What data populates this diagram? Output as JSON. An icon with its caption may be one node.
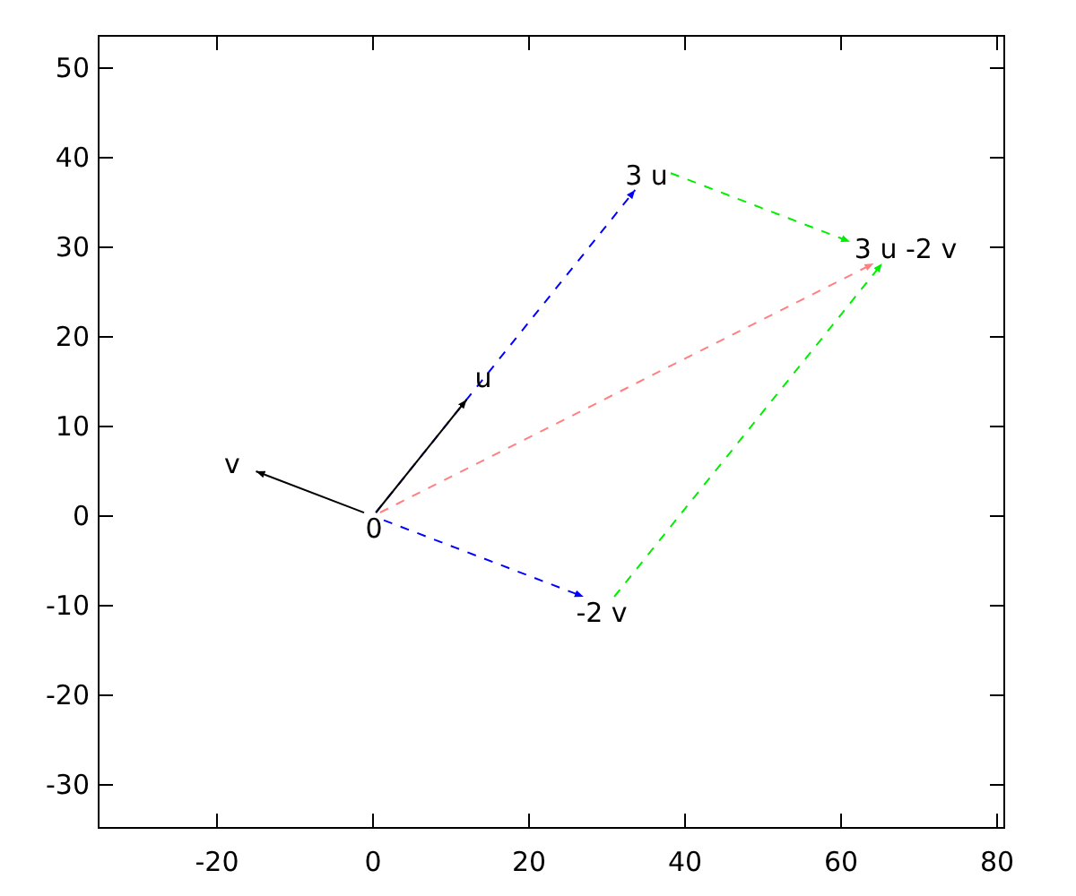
{
  "diagram": {
    "nodes": [
      {
        "text": [
          "0"
        ]
      },
      {
        "text": [
          "u"
        ]
      },
      {
        "text": [
          "v"
        ]
      },
      {
        "text": [
          "3 u"
        ]
      },
      {
        "text": [
          "3 u -2 v"
        ]
      },
      {
        "text": [
          "-2 v"
        ]
      }
    ],
    "edges": [
      {
        "from": 0,
        "to": 3,
        "arrow": "to",
        "style": "dashed",
        "color": "#0000ff"
      },
      {
        "from": 0,
        "to": 5,
        "arrow": "to",
        "style": "dashed",
        "color": "#0000ff"
      },
      {
        "from": 3,
        "to": 4,
        "arrow": "to",
        "style": "dashed",
        "color": "#00ee00"
      },
      {
        "from": 5,
        "to": 4,
        "arrow": "to",
        "style": "dashed",
        "color": "#00ee00"
      },
      {
        "from": 0,
        "to": 4,
        "arrow": "to",
        "style": "dashed",
        "color": "#ff8080"
      },
      {
        "from": 0,
        "to": 1,
        "arrow": "to",
        "color": "#000000"
      },
      {
        "from": 0,
        "to": 2,
        "arrow": "to",
        "color": "#000000"
      }
    ],
    "labels": [
      "50",
      "40",
      "30",
      "20",
      "10",
      "0",
      "-10",
      "-20",
      "-30",
      "-20",
      "0",
      "20",
      "40",
      "60",
      "80"
    ]
  }
}
